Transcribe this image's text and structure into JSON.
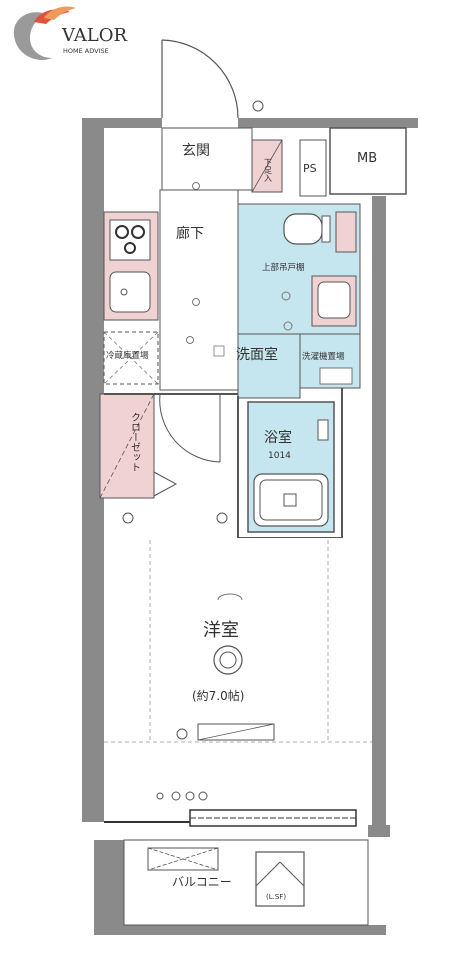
{
  "logo": {
    "brand": "VALOR",
    "tagline": "HOME ADVISE"
  },
  "rooms": {
    "entrance": "玄関",
    "hallway": "廊下",
    "shoe_closet": "下足入",
    "ps": "PS",
    "mb": "MB",
    "toilet_shelf": "上部吊戸棚",
    "washroom": "洗面室",
    "washer_space": "洗濯機置場",
    "fridge_space": "冷蔵庫置場",
    "closet": "クローゼット",
    "bath": "浴室",
    "bath_size": "1014",
    "western_room": "洋室",
    "western_room_area": "(約7.0帖)",
    "balcony": "バルコニー",
    "hatch": "(L.SF)"
  },
  "colors": {
    "wall": "#8a8a8a",
    "wet_area": "#c6e6ef",
    "storage": "#f0d2d2",
    "line": "#555555",
    "accent_red": "#e0523c",
    "accent_orange": "#f09a5a"
  }
}
